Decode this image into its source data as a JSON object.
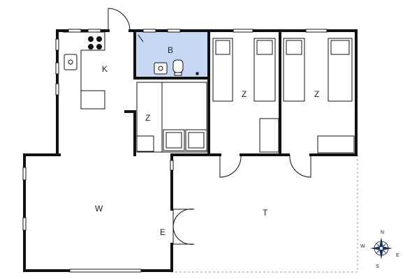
{
  "rooms": {
    "K": "K",
    "B": "B",
    "Z_small": "Z",
    "Z_mid": "Z",
    "Z_right": "Z",
    "W": "W",
    "E": "E",
    "T": "T"
  },
  "compass": {
    "N": "N",
    "S": "S",
    "W": "W",
    "E": "E"
  },
  "colors": {
    "wall": "#111111",
    "bathroom": "#c6d7f3",
    "terrace_line": "#9a9a9a",
    "furniture": "#222222"
  }
}
